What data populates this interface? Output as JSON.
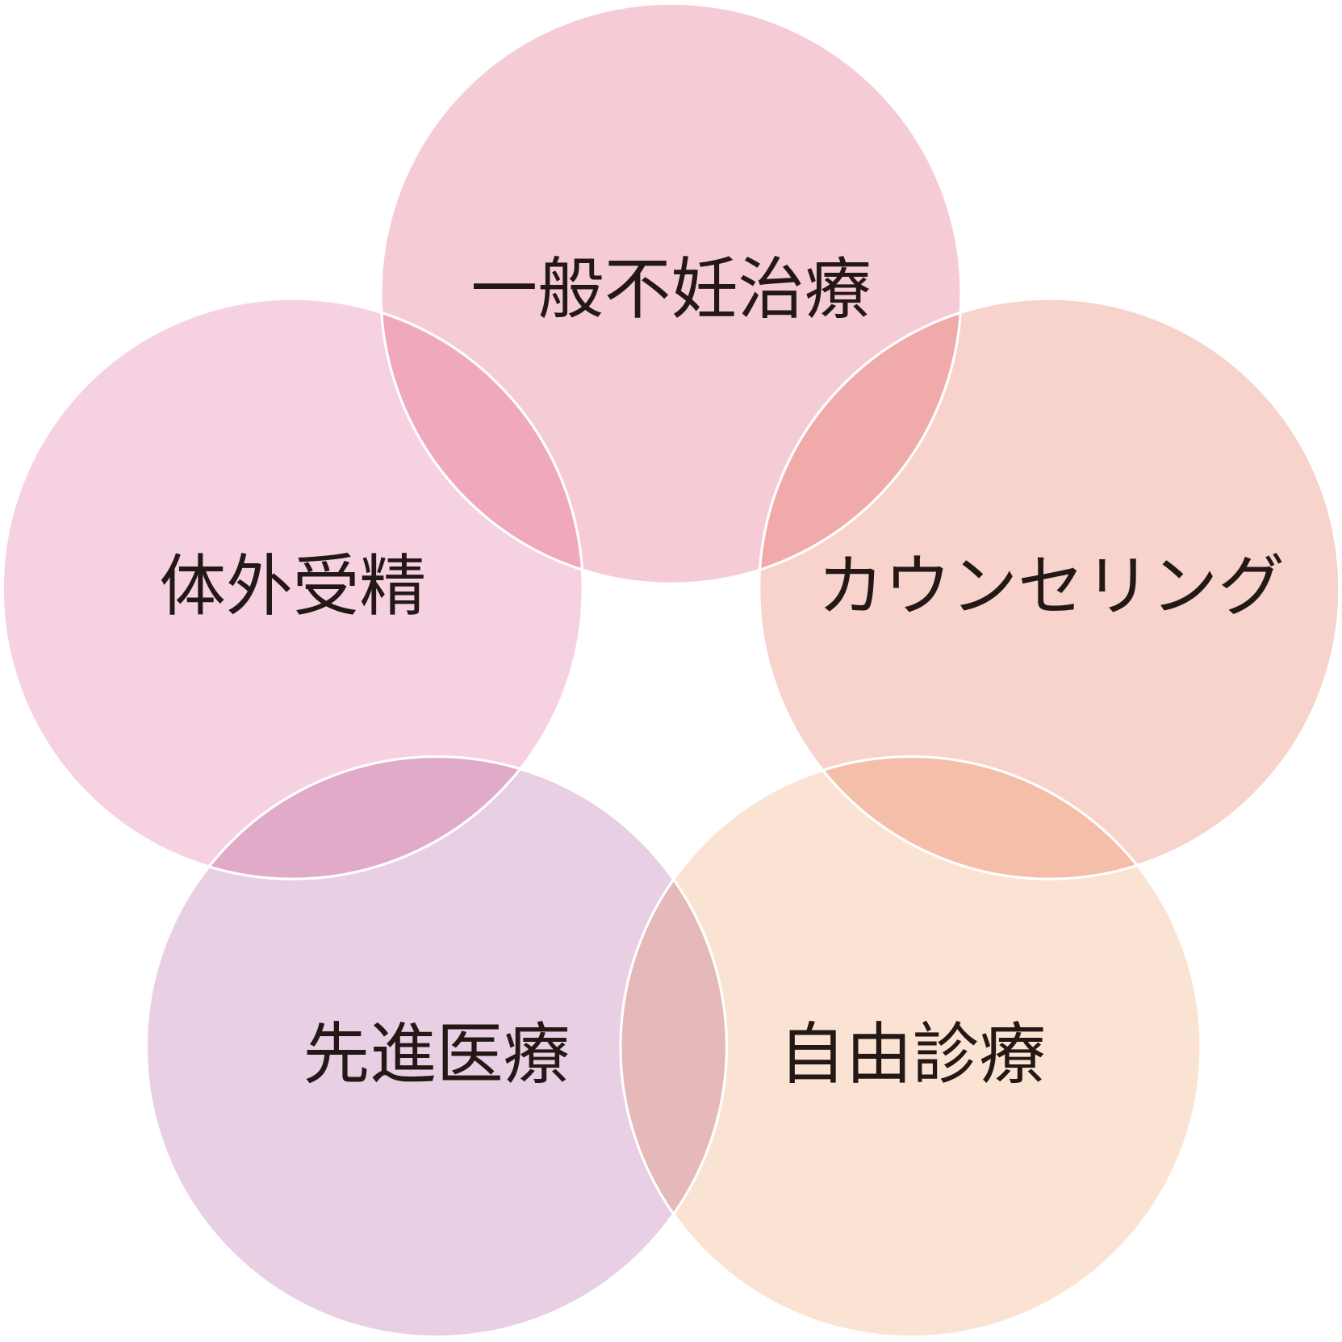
{
  "circles": [
    {
      "label": "一般不妊治療",
      "color": "#f5ccd6"
    },
    {
      "label": "体外受精",
      "color": "#f6d1e2"
    },
    {
      "label": "カウンセリング",
      "color": "#f7d3cc"
    },
    {
      "label": "先進医療",
      "color": "#e8cfe3"
    },
    {
      "label": "自由診療",
      "color": "#fbe3d3"
    }
  ],
  "overlap_colors": {
    "top_left": "#f0a8bd",
    "top_right": "#f0aaaa",
    "left_bottomleft": "#e0aac8",
    "right_bottomright": "#f4bea8",
    "bottomleft_bottomright": "#e5b8b9"
  }
}
